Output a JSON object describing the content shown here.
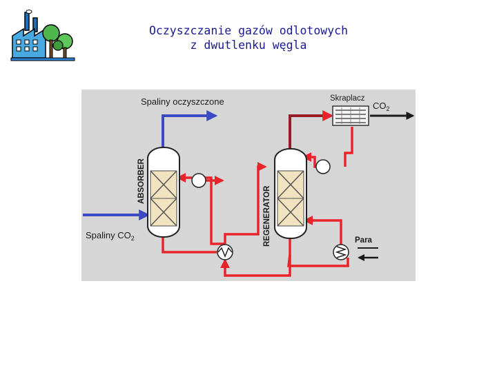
{
  "title": {
    "line1": "Oczyszczanie gazów odlotowych",
    "line2": "z dwutlenku węgla"
  },
  "logo": {
    "icon": "factory-with-trees-icon"
  },
  "diagram": {
    "labels": {
      "clean_flue_gas": "Spaliny oczyszczone",
      "flue_gas_in_prefix": "Spaliny CO",
      "flue_gas_in_sub": "2",
      "absorber": "ABSORBER",
      "regenerator": "REGENERATOR",
      "condenser": "Skraplacz",
      "co2_prefix": "CO",
      "co2_sub": "2",
      "steam": "Para"
    },
    "colors": {
      "background": "#d6d6d6",
      "hot_stream": "#e8232a",
      "gas_stream": "#3b49c4",
      "co2_outlet": "#9a1b25",
      "packing": "#f1e3c0",
      "condenser_stream": "#1a1a1a"
    }
  }
}
